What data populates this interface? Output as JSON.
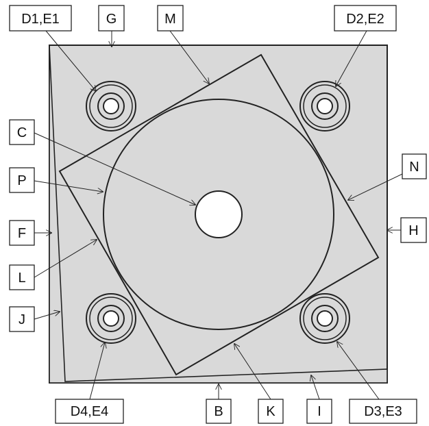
{
  "labels": {
    "D1E1": "D1,E1",
    "G": "G",
    "M": "M",
    "D2E2": "D2,E2",
    "C": "C",
    "P": "P",
    "N": "N",
    "F": "F",
    "H": "H",
    "L": "L",
    "J": "J",
    "D4E4": "D4,E4",
    "B": "B",
    "K": "K",
    "I": "I",
    "D3E3": "D3,E3"
  },
  "colors": {
    "plate_fill": "#d9d9d9",
    "line": "#222222",
    "hole_fill": "#ffffff"
  }
}
